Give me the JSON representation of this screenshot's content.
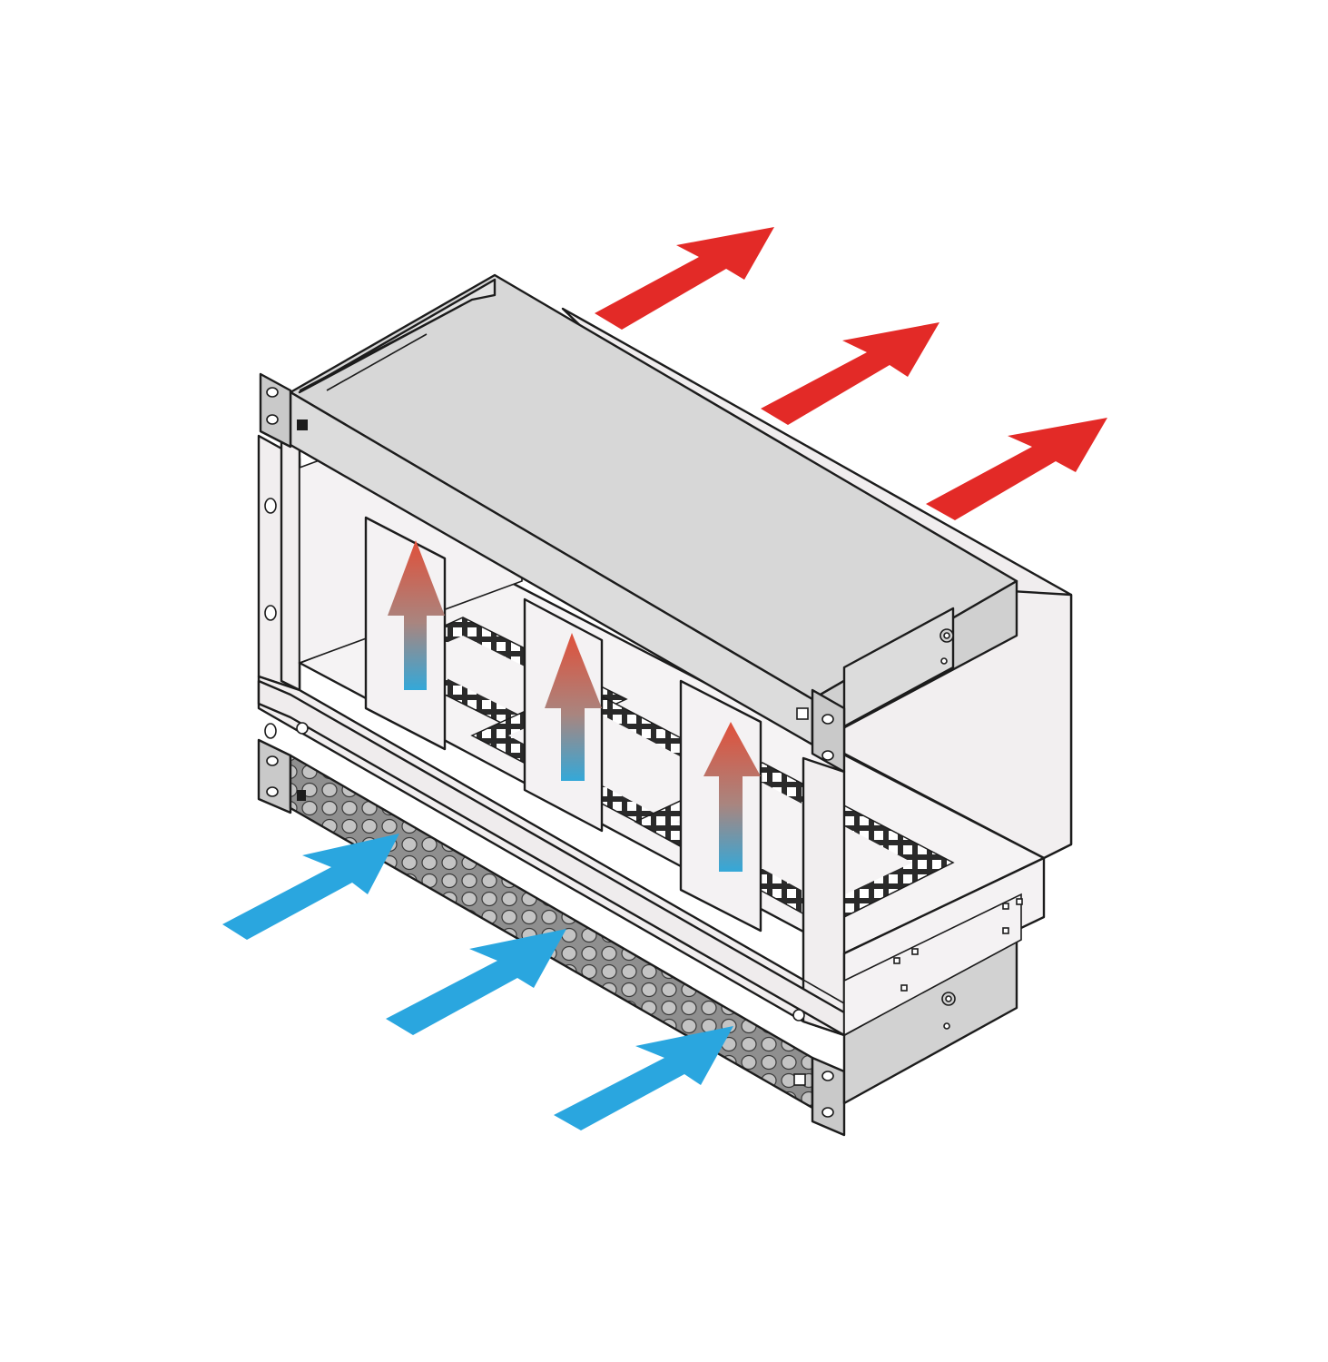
{
  "colors": {
    "exhaust_arrow": "#e32a27",
    "intake_arrow": "#2aa6df",
    "internal_arrow_hot": "#e0503a",
    "internal_arrow_cool": "#34a8d8",
    "top_panel": "#d7d7d7",
    "blank_panel": "#dcdcdc",
    "chassis": "#f1eeef",
    "rack_ear": "#c9c9c9",
    "outline": "#1c1c1c"
  },
  "icons": {
    "exhaust": "arrow-up-right-icon",
    "intake": "arrow-up-right-icon",
    "internal": "arrow-up-icon"
  },
  "airflow": {
    "exhaust_arrow_count": 3,
    "intake_arrow_count": 3,
    "internal_arrow_count": 3
  },
  "chassis": {
    "card_slot_count": 3,
    "fan_grid_count": 3
  }
}
